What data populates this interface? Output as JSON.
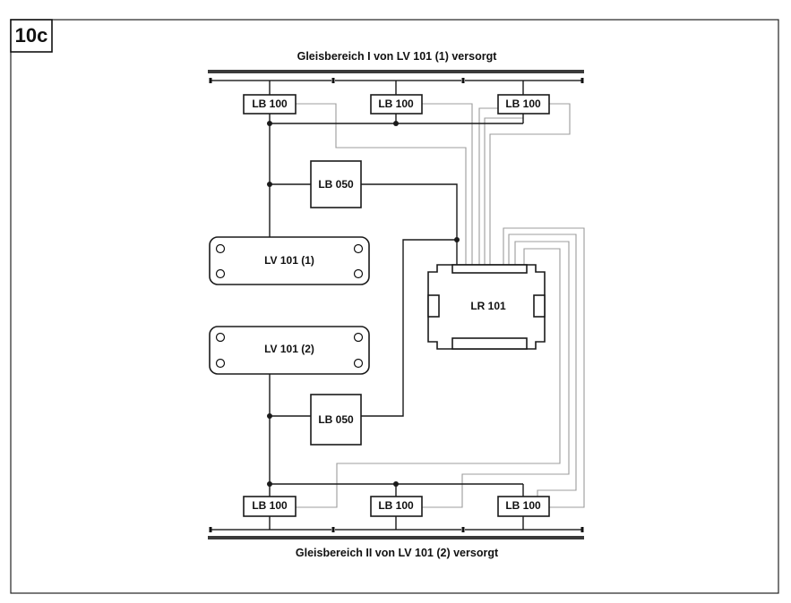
{
  "figure_label": "10c",
  "diagram": {
    "top_title": "Gleisbereich I von LV 101 (1) versorgt",
    "bottom_title": "Gleisbereich II von LV 101 (2) versorgt",
    "top_boosters": [
      "LB 100",
      "LB 100",
      "LB 100"
    ],
    "bottom_boosters": [
      "LB 100",
      "LB 100",
      "LB 100"
    ],
    "lb050_upper": "LB 050",
    "lb050_lower": "LB 050",
    "lv101_1": "LV 101 (1)",
    "lv101_2": "LV 101 (2)",
    "lr101": "LR 101"
  },
  "colors": {
    "line": "#1a1a1a",
    "gray_wire": "#9c9c9c"
  }
}
